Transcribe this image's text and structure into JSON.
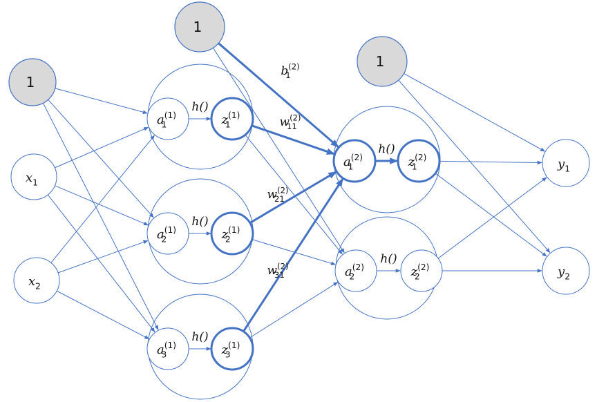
{
  "title": "Two-layer neural network diagram",
  "colors": {
    "edge": "#4472C4",
    "bias_fill": "#D9D9D9",
    "node_fill": "#FFFFFF",
    "text": "#111111"
  },
  "nodes": {
    "bias_in": {
      "base": "1",
      "sub": "",
      "sup": ""
    },
    "x1": {
      "base": "x",
      "sub": "1",
      "sup": ""
    },
    "x2": {
      "base": "x",
      "sub": "2",
      "sup": ""
    },
    "a11": {
      "base": "a",
      "sub": "1",
      "sup": "(1)"
    },
    "z11": {
      "base": "z",
      "sub": "1",
      "sup": "(1)"
    },
    "a21": {
      "base": "a",
      "sub": "2",
      "sup": "(1)"
    },
    "z21": {
      "base": "z",
      "sub": "2",
      "sup": "(1)"
    },
    "a31": {
      "base": "a",
      "sub": "3",
      "sup": "(1)"
    },
    "z31": {
      "base": "z",
      "sub": "3",
      "sup": "(1)"
    },
    "bias_h": {
      "base": "1",
      "sub": "",
      "sup": ""
    },
    "a12": {
      "base": "a",
      "sub": "1",
      "sup": "(2)"
    },
    "z12": {
      "base": "z",
      "sub": "1",
      "sup": "(2)"
    },
    "a22": {
      "base": "a",
      "sub": "2",
      "sup": "(2)"
    },
    "z22": {
      "base": "z",
      "sub": "2",
      "sup": "(2)"
    },
    "bias_out": {
      "base": "1",
      "sub": "",
      "sup": ""
    },
    "y1": {
      "base": "y",
      "sub": "1",
      "sup": ""
    },
    "y2": {
      "base": "y",
      "sub": "2",
      "sup": ""
    }
  },
  "activation_label": "h()",
  "edge_labels": [
    {
      "base": "b",
      "sub": "1",
      "sup": "(2)"
    },
    {
      "base": "w",
      "sub": "11",
      "sup": "(2)"
    },
    {
      "base": "w",
      "sub": "21",
      "sup": "(2)"
    },
    {
      "base": "w",
      "sub": "31",
      "sup": "(2)"
    }
  ]
}
